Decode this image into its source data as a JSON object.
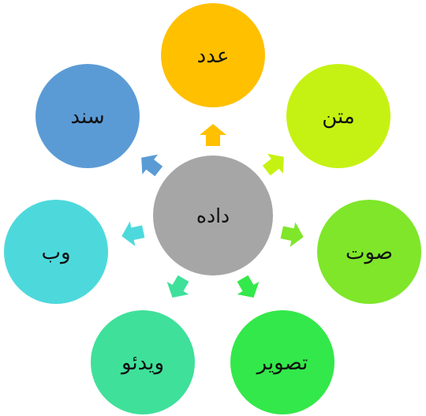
{
  "center": {
    "label": "داده",
    "color": "#A6A6A6"
  },
  "nodes": [
    {
      "id": "number",
      "label": "عدد",
      "color": "#FFC000"
    },
    {
      "id": "text",
      "label": "متن",
      "color": "#C5F212"
    },
    {
      "id": "audio",
      "label": "صوت",
      "color": "#7FE62A"
    },
    {
      "id": "image",
      "label": "تصویر",
      "color": "#33E84A"
    },
    {
      "id": "video",
      "label": "ویدئو",
      "color": "#3FE09A"
    },
    {
      "id": "web",
      "label": "وب",
      "color": "#4DD9DC"
    },
    {
      "id": "document",
      "label": "سند",
      "color": "#5B9BD5"
    }
  ]
}
